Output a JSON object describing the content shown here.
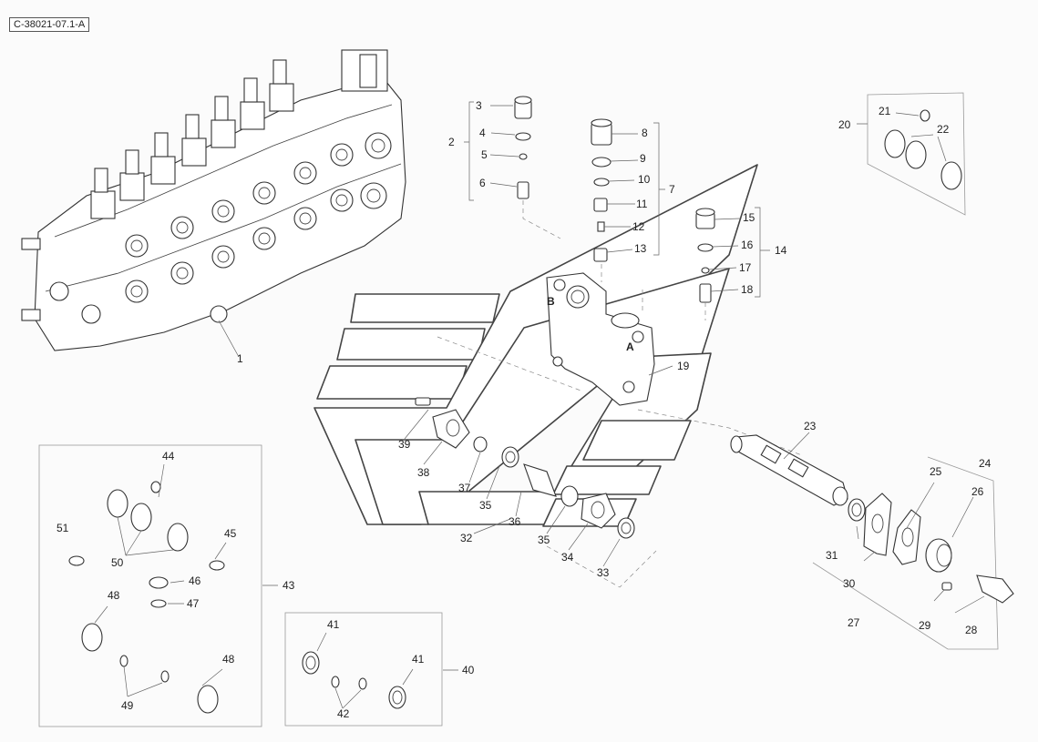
{
  "reference_code": "C-38021-07.1-A",
  "callouts": {
    "c1": "1",
    "c2": "2",
    "c3": "3",
    "c4": "4",
    "c5": "5",
    "c6": "6",
    "c7": "7",
    "c8": "8",
    "c9": "9",
    "c10": "10",
    "c11": "11",
    "c12": "12",
    "c13": "13",
    "c14": "14",
    "c15": "15",
    "c16": "16",
    "c17": "17",
    "c18": "18",
    "c19": "19",
    "c20": "20",
    "c21": "21",
    "c22": "22",
    "c23": "23",
    "c24": "24",
    "c25": "25",
    "c26": "26",
    "c27": "27",
    "c28": "28",
    "c29": "29",
    "c30": "30",
    "c31": "31",
    "c32": "32",
    "c33": "33",
    "c34": "34",
    "c35": "35",
    "c36": "36",
    "c37": "37",
    "c38": "38",
    "c39": "39",
    "c40": "40",
    "c41": "41",
    "c42": "42",
    "c43": "43",
    "c44": "44",
    "c45": "45",
    "c46": "46",
    "c47": "47",
    "c48": "48",
    "c49": "49",
    "c50": "50",
    "c51": "51"
  },
  "port_labels": {
    "port_a": "A",
    "port_b": "B"
  }
}
